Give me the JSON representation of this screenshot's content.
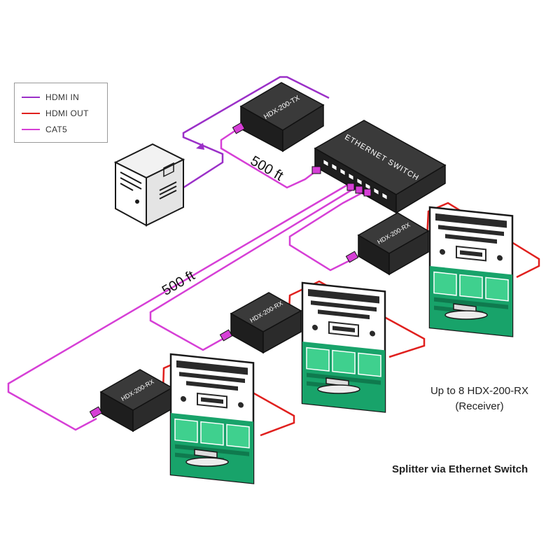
{
  "legend": {
    "items": [
      {
        "label": "HDMI IN",
        "color": "#9b30c8"
      },
      {
        "label": "HDMI OUT",
        "color": "#e0201e"
      },
      {
        "label": "CAT5",
        "color": "#d63fd6"
      }
    ]
  },
  "devices": {
    "transmitter": "HDX-200-TX",
    "switch": "ETHERNET SWITCH",
    "receivers": [
      "HDX-200-RX",
      "HDX-200-RX",
      "HDX-200-RX"
    ]
  },
  "distances": {
    "top": "500 ft",
    "left": "500 ft"
  },
  "captions": {
    "receivers_line1": "Up to 8 HDX-200-RX",
    "receivers_line2": "(Receiver)",
    "title": "Splitter via Ethernet Switch"
  },
  "colors": {
    "hdmi_in": "#9b30c8",
    "hdmi_out": "#e0201e",
    "cat5": "#d63fd6",
    "device_body": "#2b2b2b",
    "screen_green": "#18a36a"
  }
}
